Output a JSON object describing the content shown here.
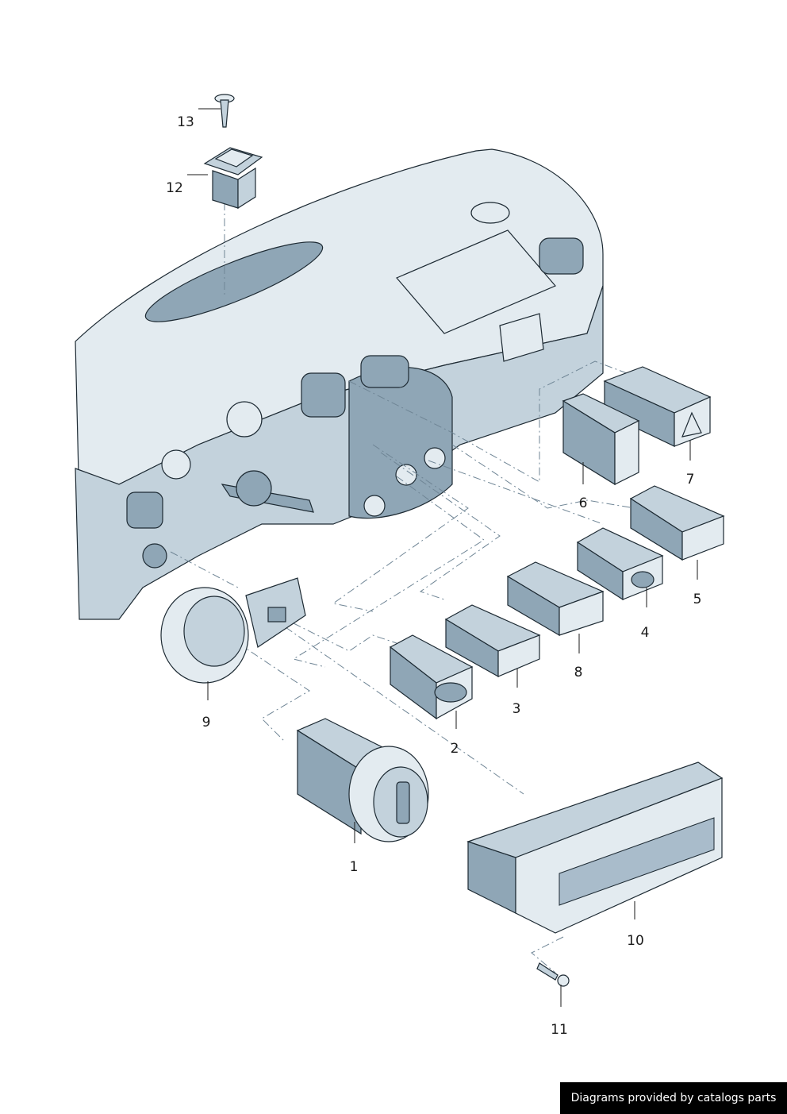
{
  "callouts": [
    {
      "id": "1",
      "label": "1"
    },
    {
      "id": "2",
      "label": "2"
    },
    {
      "id": "3",
      "label": "3"
    },
    {
      "id": "4",
      "label": "4"
    },
    {
      "id": "5",
      "label": "5"
    },
    {
      "id": "6",
      "label": "6"
    },
    {
      "id": "7",
      "label": "7"
    },
    {
      "id": "8",
      "label": "8"
    },
    {
      "id": "9",
      "label": "9"
    },
    {
      "id": "10",
      "label": "10"
    },
    {
      "id": "11",
      "label": "11"
    },
    {
      "id": "12",
      "label": "12"
    },
    {
      "id": "13",
      "label": "13"
    }
  ],
  "credit": {
    "text": "Diagrams provided by catalogs parts"
  },
  "colors": {
    "part_fill": "#c3d2dc",
    "part_shadow": "#8fa6b6",
    "outline": "#1d2a33",
    "background": "#ffffff"
  }
}
